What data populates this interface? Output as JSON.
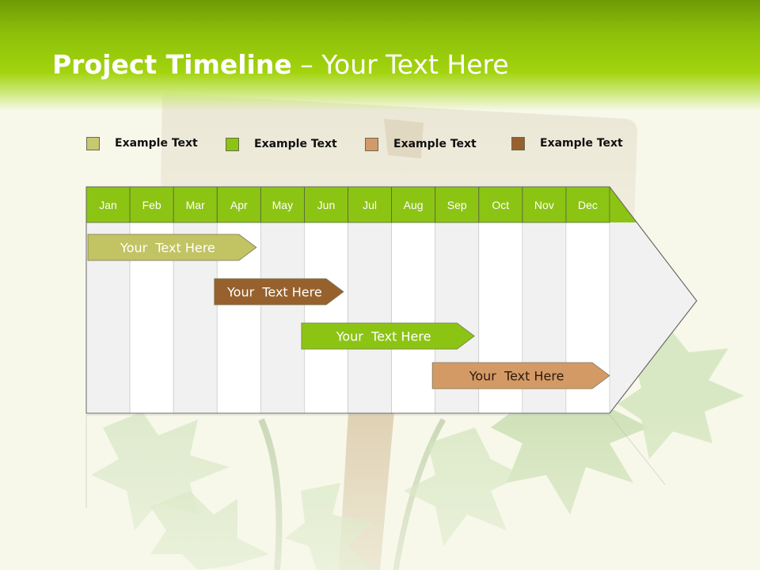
{
  "title": {
    "bold": "Project Timeline",
    "rest": " – Your Text Here"
  },
  "legend": [
    {
      "label": "Example Text",
      "color": "#c8c870"
    },
    {
      "label": "Example Text",
      "color": "#8cc414"
    },
    {
      "label": "Example Text",
      "color": "#d19a68"
    },
    {
      "label": "Example Text",
      "color": "#97612e"
    }
  ],
  "months": [
    "Jan",
    "Feb",
    "Mar",
    "Apr",
    "May",
    "Jun",
    "Jul",
    "Aug",
    "Sep",
    "Oct",
    "Nov",
    "Dec"
  ],
  "tasks": [
    {
      "label": "Your  Text Here",
      "color": "#c2c363",
      "text_color": "#ffffff",
      "start_month": 0,
      "end_month": 3.9
    },
    {
      "label": "Your  Text Here",
      "color": "#96612c",
      "text_color": "#ffffff",
      "start_month": 2.9,
      "end_month": 5.9
    },
    {
      "label": "Your  Text Here",
      "color": "#8cc414",
      "text_color": "#ffffff",
      "start_month": 4.9,
      "end_month": 8.9
    },
    {
      "label": "Your  Text Here",
      "color": "#d49a66",
      "text_color": "#2a1a10",
      "start_month": 7.9,
      "end_month": 12.0
    }
  ],
  "colors": {
    "header_green": "#8cc00a",
    "month_bar": "#8cc414",
    "col_light": "#f1f1f1",
    "col_white": "#ffffff",
    "outline": "#666666"
  }
}
